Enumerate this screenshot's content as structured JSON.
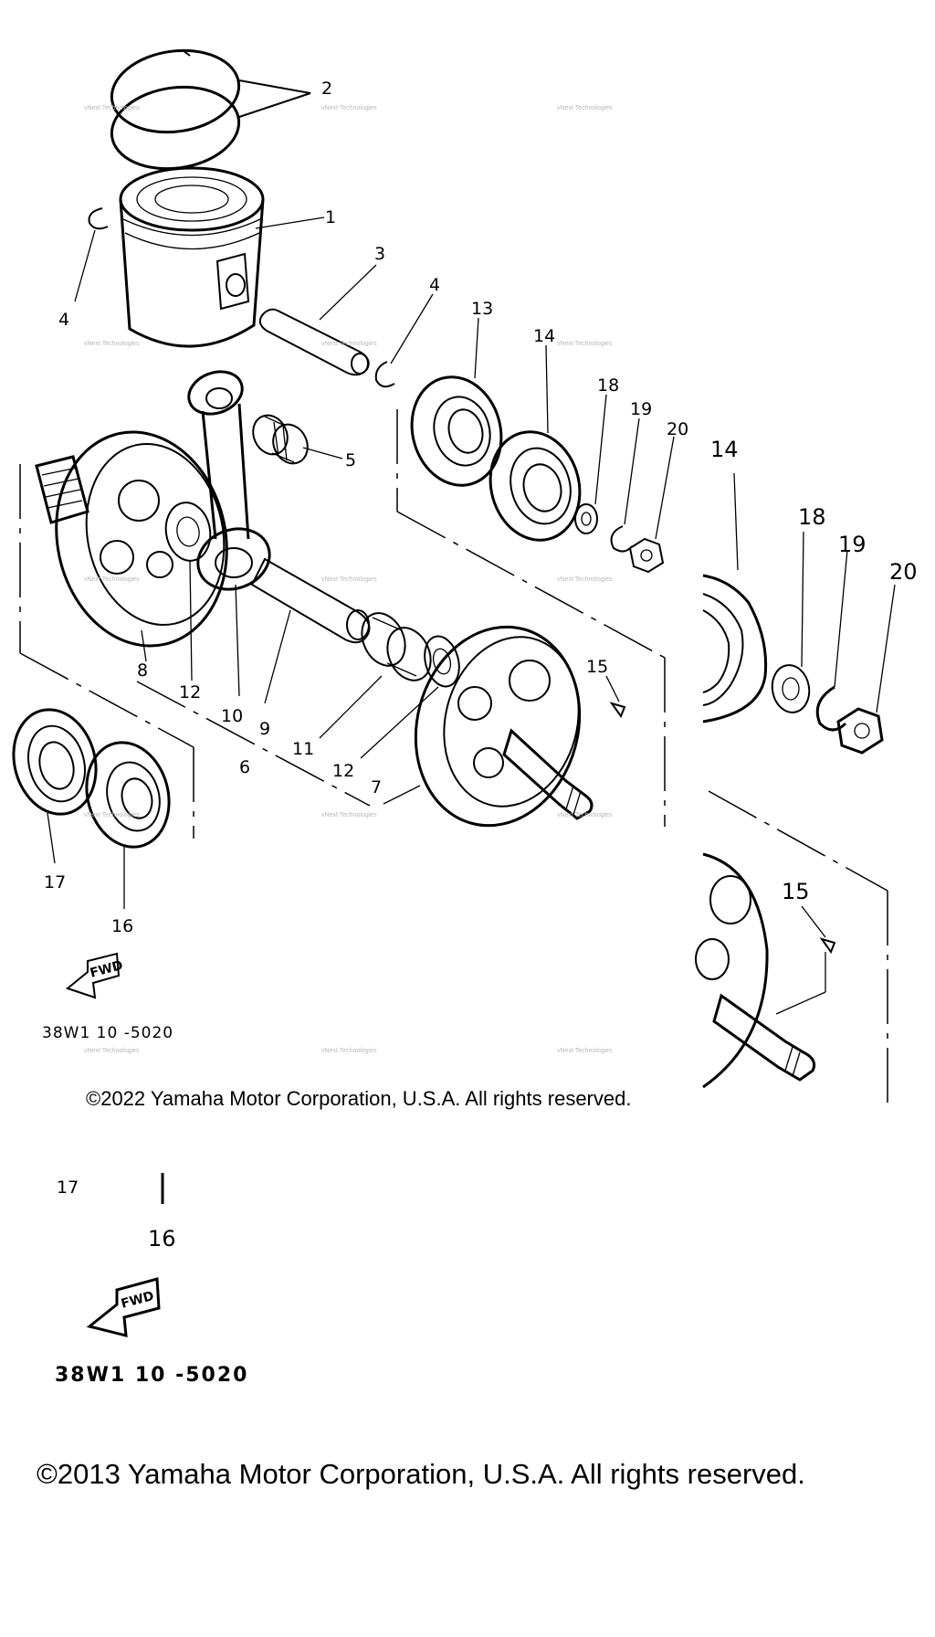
{
  "callouts": {
    "c1": "1",
    "c2": "2",
    "c3": "3",
    "c4a": "4",
    "c4b": "4",
    "c5": "5",
    "c6": "6",
    "c7": "7",
    "c8": "8",
    "c9": "9",
    "c10": "10",
    "c11": "11",
    "c12a": "12",
    "c12b": "12",
    "c13": "13",
    "c14": "14",
    "c15": "15",
    "c16": "16",
    "c17": "17",
    "c18": "18",
    "c19": "19",
    "c20": "20"
  },
  "detail_callouts": {
    "c14": "14",
    "c18": "18",
    "c19": "19",
    "c20": "20",
    "c15": "15"
  },
  "lower_callouts": {
    "c17": "17",
    "c16": "16"
  },
  "fwd_label": "FWD",
  "part_code": "38W1 10 -5020",
  "copyright_main": "©2022 Yamaha Motor Corporation, U.S.A. All rights reserved.",
  "copyright_lower": "©2013 Yamaha Motor Corporation, U.S.A. All rights reserved.",
  "watermark": "vNext Technologies"
}
